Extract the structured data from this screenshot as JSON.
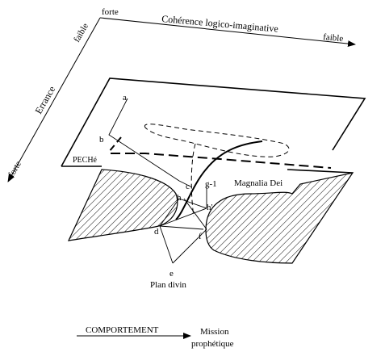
{
  "axes": {
    "coherence": {
      "label": "Cohérence logico-imaginative",
      "start": "forte",
      "end": "faible"
    },
    "errance": {
      "label": "Errance",
      "start": "faible",
      "end": "forte"
    }
  },
  "regions": {
    "peche": "PECHé",
    "magnalia": "Magnalia Dei",
    "plan_divin": "Plan divin"
  },
  "points": {
    "a": "a",
    "b": "b",
    "c": "c",
    "d": "d",
    "e": "e",
    "f": "f",
    "g": "g-1",
    "h": "h",
    "h1": "h'"
  },
  "footer": {
    "comportement": "COMPORTEMENT",
    "mission_1": "Mission",
    "mission_2": "prophétique"
  }
}
